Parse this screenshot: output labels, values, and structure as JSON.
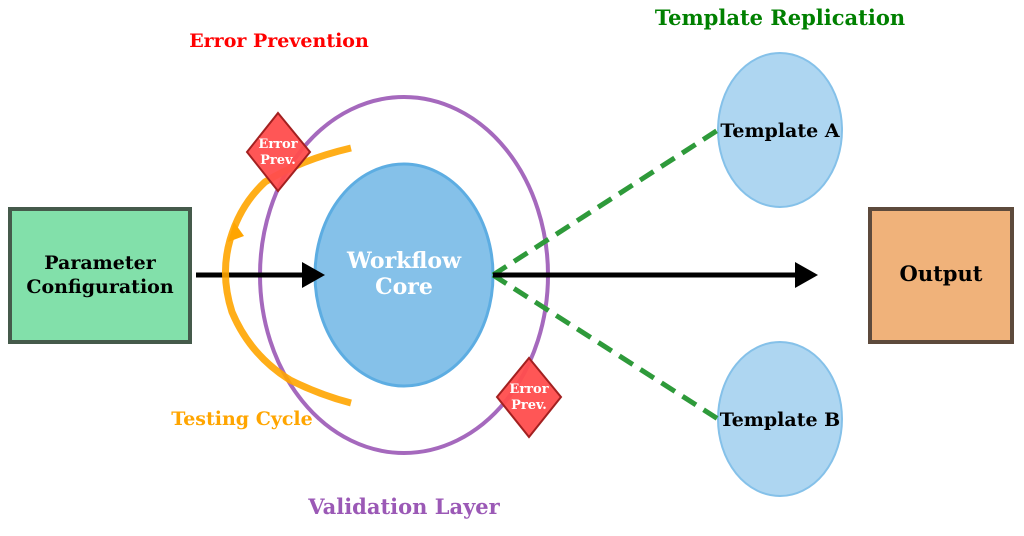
{
  "diagram": {
    "title_labels": {
      "error_prevention": "Error Prevention",
      "template_replication": "Template Replication",
      "testing_cycle": "Testing Cycle",
      "validation_layer": "Validation Layer"
    },
    "nodes": {
      "parameter_configuration": {
        "line1": "Parameter",
        "line2": "Configuration"
      },
      "workflow_core": {
        "line1": "Workflow",
        "line2": "Core"
      },
      "template_a": {
        "label": "Template A"
      },
      "template_b": {
        "label": "Template B"
      },
      "output": {
        "label": "Output"
      }
    },
    "markers": [
      {
        "line1": "Error",
        "line2": "Prev."
      },
      {
        "line1": "Error",
        "line2": "Prev."
      }
    ],
    "colors": {
      "error_prevention": "#ff0000",
      "template_replication": "#008000",
      "testing_cycle": "#ffa500",
      "validation_layer": "#9b59b6",
      "parameter_box": "#82e0aa",
      "workflow_core": "#85c1e9",
      "template_nodes": "#aed6f1",
      "output_box": "#f0b27a",
      "marker": "#ff4d4d",
      "dashed_link": "#2e9a3a"
    },
    "edges": [
      {
        "from": "Parameter Configuration",
        "to": "Workflow Core",
        "style": "solid-arrow"
      },
      {
        "from": "Workflow Core",
        "to": "Output",
        "style": "solid-arrow"
      },
      {
        "from": "Workflow Core",
        "to": "Template A",
        "style": "dashed"
      },
      {
        "from": "Workflow Core",
        "to": "Template B",
        "style": "dashed"
      }
    ]
  }
}
